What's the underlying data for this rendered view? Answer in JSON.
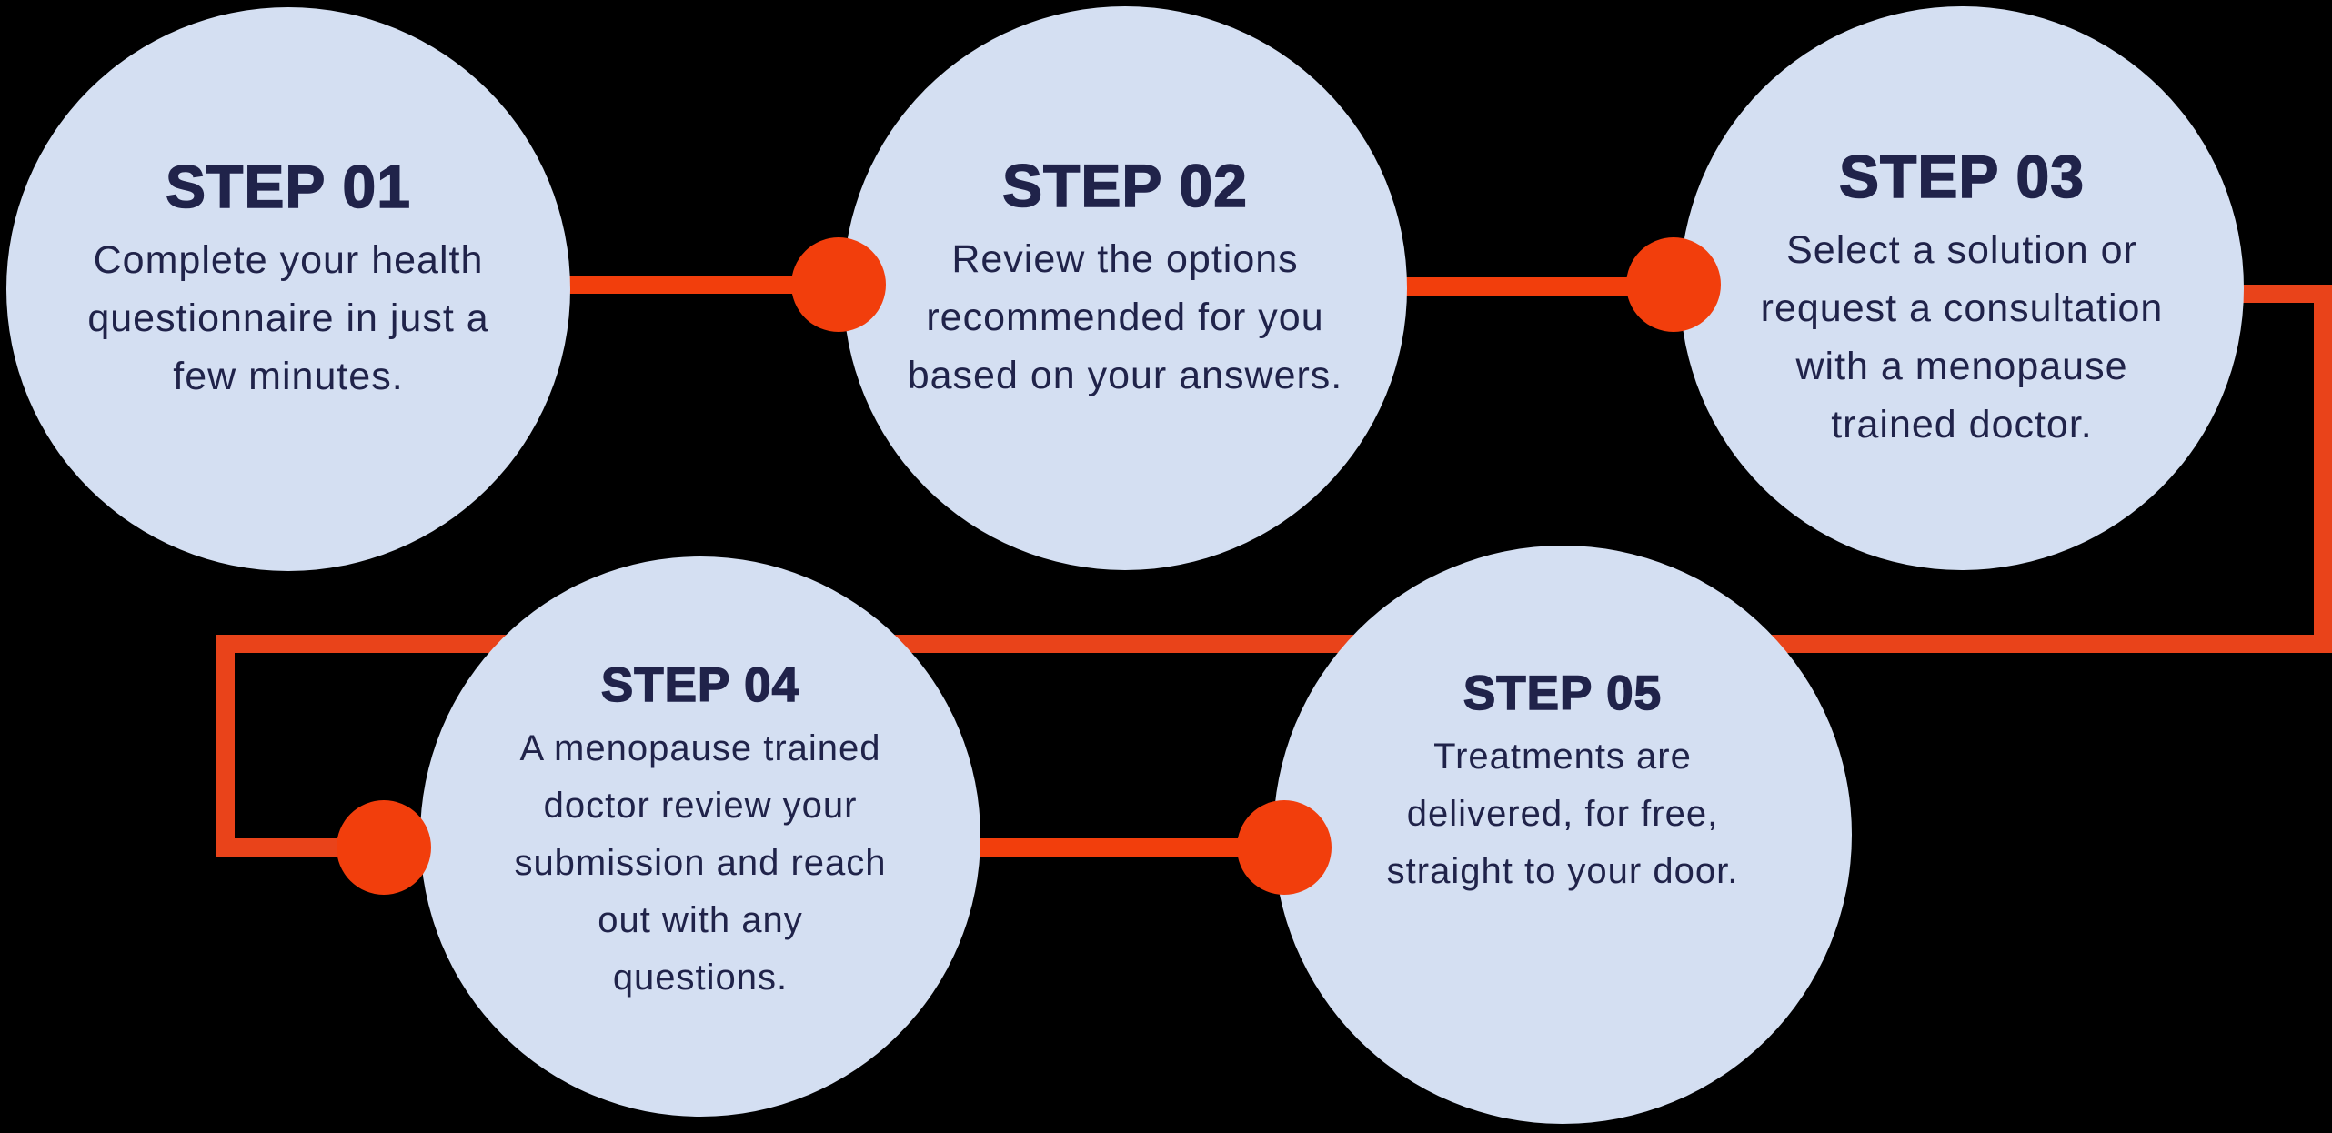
{
  "colors": {
    "background": "#000000",
    "circle_fill": "#D4DFF2",
    "text_navy": "#20234A",
    "connector_orange": "#F23E0C",
    "return_path_orange": "#E9431A",
    "dot_orange": "#F23E0C"
  },
  "steps": [
    {
      "title": "STEP 01",
      "lines": [
        "Complete your health",
        "questionnaire in just a",
        "few minutes."
      ]
    },
    {
      "title": "STEP 02",
      "lines": [
        "Review the options",
        "recommended for you",
        "based on your answers."
      ]
    },
    {
      "title": "STEP 03",
      "lines": [
        "Select a solution or",
        "request a consultation",
        "with a menopause",
        "trained doctor."
      ]
    },
    {
      "title": "STEP 04",
      "lines": [
        "A menopause trained",
        "doctor review your",
        "submission and reach",
        "out with any",
        "questions."
      ]
    },
    {
      "title": "STEP 05",
      "lines": [
        "Treatments are",
        "delivered, for free,",
        "straight to your door."
      ]
    }
  ]
}
